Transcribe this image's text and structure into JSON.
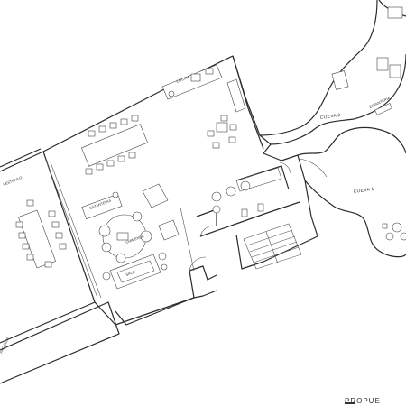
{
  "labels": {
    "cueva1": "CUEVA 1",
    "cueva2": "CUEVA 2",
    "estanteria_top": "ESTANTERIA",
    "estanteria_mid": "ESTANTERIA",
    "sala": "SALA",
    "chimenea": "CHIMENEA",
    "cocina": "COCINA",
    "left_area": "VESTIBULO",
    "bottom_left": "FACHADA"
  },
  "title": "PROPUE"
}
